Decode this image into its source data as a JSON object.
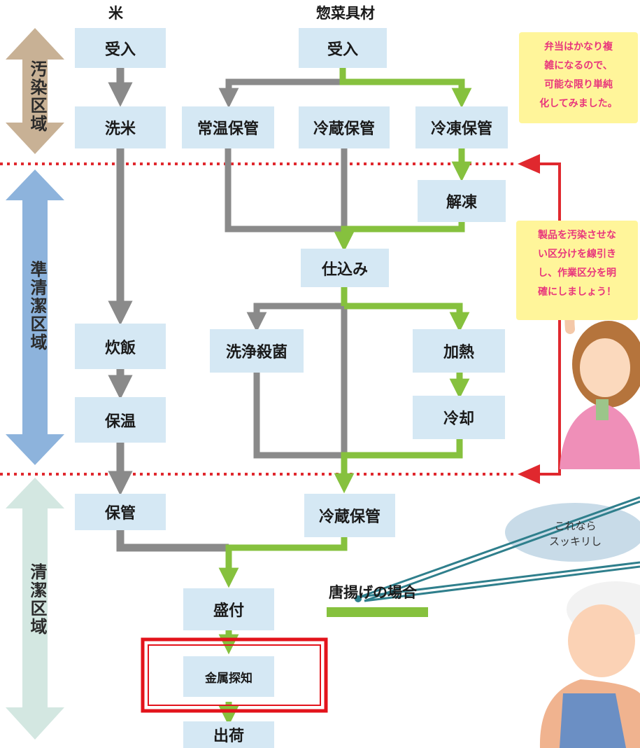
{
  "headers": {
    "rice": "米",
    "ingredients": "惣菜具材"
  },
  "zones": {
    "contaminated": "汚染区域",
    "semi_clean": "準清潔区域",
    "clean": "清潔区域"
  },
  "boxes": {
    "rice_receive": "受入",
    "rice_wash": "洗米",
    "rice_cook": "炊飯",
    "rice_keep_warm": "保温",
    "rice_storage": "保管",
    "ing_receive": "受入",
    "ambient_storage": "常温保管",
    "refrigerated_storage": "冷蔵保管",
    "frozen_storage": "冷凍保管",
    "thaw": "解凍",
    "prep": "仕込み",
    "wash_sterilize": "洗浄殺菌",
    "heat": "加熱",
    "cool": "冷却",
    "final_refrigerated": "冷蔵保管",
    "plating": "盛付",
    "metal_detection": "金属探知",
    "shipping": "出荷"
  },
  "notes": {
    "top": [
      "弁当はかなり複",
      "雑になるので、",
      "可能な限り単純",
      "化してみました。"
    ],
    "middle": [
      "製品を汚染させな",
      "い区分けを線引き",
      "し、作業区分を明",
      "確にしましょう！"
    ]
  },
  "bubble": [
    "これなら",
    "スッキリし"
  ],
  "legend": {
    "label": "唐揚げの場合"
  },
  "colors": {
    "box_fill": "#d5e8f4",
    "gray_flow": "#8a8a8a",
    "green_flow": "#86c13e",
    "divider_red": "#e0282e",
    "highlight_red": "#e3131b",
    "callout_teal": "#2f7f8c",
    "zone_contaminated": "#c8b195",
    "zone_semi_clean": "#8db3dc",
    "zone_clean": "#d3e7e1",
    "note_bg": "#fff59a",
    "note_text": "#e8367c"
  }
}
